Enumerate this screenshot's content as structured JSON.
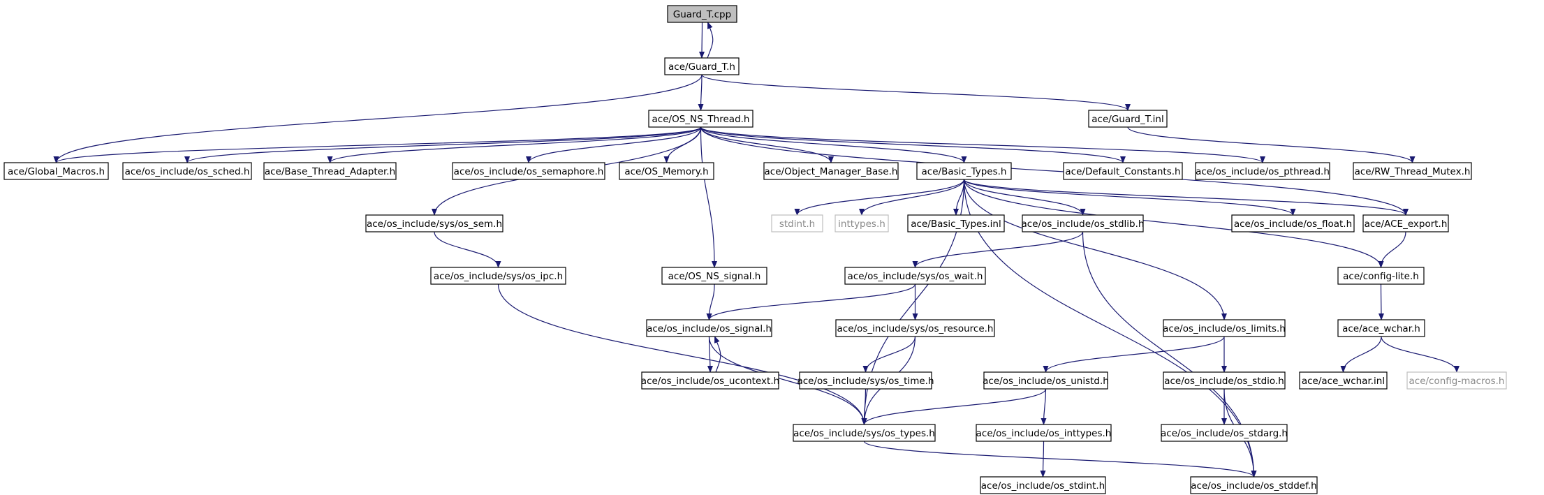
{
  "graph": {
    "nodes": {
      "guard_t_cpp": "Guard_T.cpp",
      "guard_t_h": "ace/Guard_T.h",
      "os_ns_thread_h": "ace/OS_NS_Thread.h",
      "guard_t_inl": "ace/Guard_T.inl",
      "global_macros_h": "ace/Global_Macros.h",
      "os_sched_h": "ace/os_include/os_sched.h",
      "base_thread_adapter_h": "ace/Base_Thread_Adapter.h",
      "os_semaphore_h": "ace/os_include/os_semaphore.h",
      "os_memory_h": "ace/OS_Memory.h",
      "object_manager_base_h": "ace/Object_Manager_Base.h",
      "basic_types_h": "ace/Basic_Types.h",
      "default_constants_h": "ace/Default_Constants.h",
      "os_pthread_h": "ace/os_include/os_pthread.h",
      "rw_thread_mutex_h": "ace/RW_Thread_Mutex.h",
      "sys_os_sem_h": "ace/os_include/sys/os_sem.h",
      "stdint_h": "stdint.h",
      "inttypes_h": "inttypes.h",
      "basic_types_inl": "ace/Basic_Types.inl",
      "os_stdlib_h": "ace/os_include/os_stdlib.h",
      "os_float_h": "ace/os_include/os_float.h",
      "ace_export_h": "ace/ACE_export.h",
      "sys_os_ipc_h": "ace/os_include/sys/os_ipc.h",
      "os_ns_signal_h": "ace/OS_NS_signal.h",
      "sys_os_wait_h": "ace/os_include/sys/os_wait.h",
      "config_lite_h": "ace/config-lite.h",
      "os_signal_h": "ace/os_include/os_signal.h",
      "sys_os_resource_h": "ace/os_include/sys/os_resource.h",
      "os_limits_h": "ace/os_include/os_limits.h",
      "ace_wchar_h": "ace/ace_wchar.h",
      "os_ucontext_h": "ace/os_include/os_ucontext.h",
      "sys_os_time_h": "ace/os_include/sys/os_time.h",
      "os_unistd_h": "ace/os_include/os_unistd.h",
      "os_stdio_h": "ace/os_include/os_stdio.h",
      "ace_wchar_inl": "ace/ace_wchar.inl",
      "config_macros_h": "ace/config-macros.h",
      "sys_os_types_h": "ace/os_include/sys/os_types.h",
      "os_inttypes_h": "ace/os_include/os_inttypes.h",
      "os_stdarg_h": "ace/os_include/os_stdarg.h",
      "os_stdint_h": "ace/os_include/os_stdint.h",
      "os_stddef_h": "ace/os_include/os_stddef.h"
    },
    "edges": [
      [
        "guard_t_cpp",
        "guard_t_h"
      ],
      [
        "guard_t_h",
        "guard_t_cpp"
      ],
      [
        "guard_t_h",
        "os_ns_thread_h"
      ],
      [
        "guard_t_h",
        "global_macros_h"
      ],
      [
        "guard_t_h",
        "guard_t_inl"
      ],
      [
        "guard_t_inl",
        "rw_thread_mutex_h"
      ],
      [
        "os_ns_thread_h",
        "global_macros_h"
      ],
      [
        "os_ns_thread_h",
        "os_sched_h"
      ],
      [
        "os_ns_thread_h",
        "base_thread_adapter_h"
      ],
      [
        "os_ns_thread_h",
        "os_semaphore_h"
      ],
      [
        "os_ns_thread_h",
        "os_memory_h"
      ],
      [
        "os_ns_thread_h",
        "object_manager_base_h"
      ],
      [
        "os_ns_thread_h",
        "basic_types_h"
      ],
      [
        "os_ns_thread_h",
        "default_constants_h"
      ],
      [
        "os_ns_thread_h",
        "os_pthread_h"
      ],
      [
        "os_ns_thread_h",
        "ace_export_h"
      ],
      [
        "os_ns_thread_h",
        "sys_os_sem_h"
      ],
      [
        "os_ns_thread_h",
        "os_ns_signal_h"
      ],
      [
        "basic_types_h",
        "stdint_h"
      ],
      [
        "basic_types_h",
        "inttypes_h"
      ],
      [
        "basic_types_h",
        "basic_types_inl"
      ],
      [
        "basic_types_h",
        "os_stdlib_h"
      ],
      [
        "basic_types_h",
        "os_float_h"
      ],
      [
        "basic_types_h",
        "ace_export_h"
      ],
      [
        "basic_types_h",
        "config_lite_h"
      ],
      [
        "basic_types_h",
        "os_limits_h"
      ],
      [
        "basic_types_h",
        "sys_os_types_h"
      ],
      [
        "basic_types_h",
        "os_stddef_h"
      ],
      [
        "sys_os_sem_h",
        "sys_os_ipc_h"
      ],
      [
        "sys_os_ipc_h",
        "sys_os_types_h"
      ],
      [
        "os_ns_signal_h",
        "os_signal_h"
      ],
      [
        "os_stdlib_h",
        "sys_os_wait_h"
      ],
      [
        "os_stdlib_h",
        "os_stddef_h"
      ],
      [
        "sys_os_wait_h",
        "os_signal_h"
      ],
      [
        "sys_os_wait_h",
        "sys_os_resource_h"
      ],
      [
        "os_signal_h",
        "os_ucontext_h"
      ],
      [
        "os_ucontext_h",
        "os_signal_h"
      ],
      [
        "os_signal_h",
        "sys_os_types_h"
      ],
      [
        "sys_os_resource_h",
        "sys_os_time_h"
      ],
      [
        "sys_os_resource_h",
        "sys_os_types_h"
      ],
      [
        "sys_os_time_h",
        "sys_os_types_h"
      ],
      [
        "ace_export_h",
        "config_lite_h"
      ],
      [
        "config_lite_h",
        "ace_wchar_h"
      ],
      [
        "ace_wchar_h",
        "ace_wchar_inl"
      ],
      [
        "ace_wchar_h",
        "config_macros_h"
      ],
      [
        "os_limits_h",
        "os_unistd_h"
      ],
      [
        "os_limits_h",
        "os_stdio_h"
      ],
      [
        "os_unistd_h",
        "sys_os_types_h"
      ],
      [
        "os_unistd_h",
        "os_inttypes_h"
      ],
      [
        "os_inttypes_h",
        "os_stdint_h"
      ],
      [
        "os_stdio_h",
        "os_stdarg_h"
      ],
      [
        "os_stdio_h",
        "os_stddef_h"
      ],
      [
        "sys_os_types_h",
        "os_stddef_h"
      ]
    ],
    "root": "guard_t_cpp",
    "external_nodes": [
      "stdint_h",
      "inttypes_h",
      "config_macros_h"
    ],
    "colors": {
      "edge": "#191970",
      "root_fill": "#bfbfbf",
      "node_border": "#000000",
      "external_border": "#bfbfbf",
      "external_text": "#8a8a8a"
    }
  }
}
